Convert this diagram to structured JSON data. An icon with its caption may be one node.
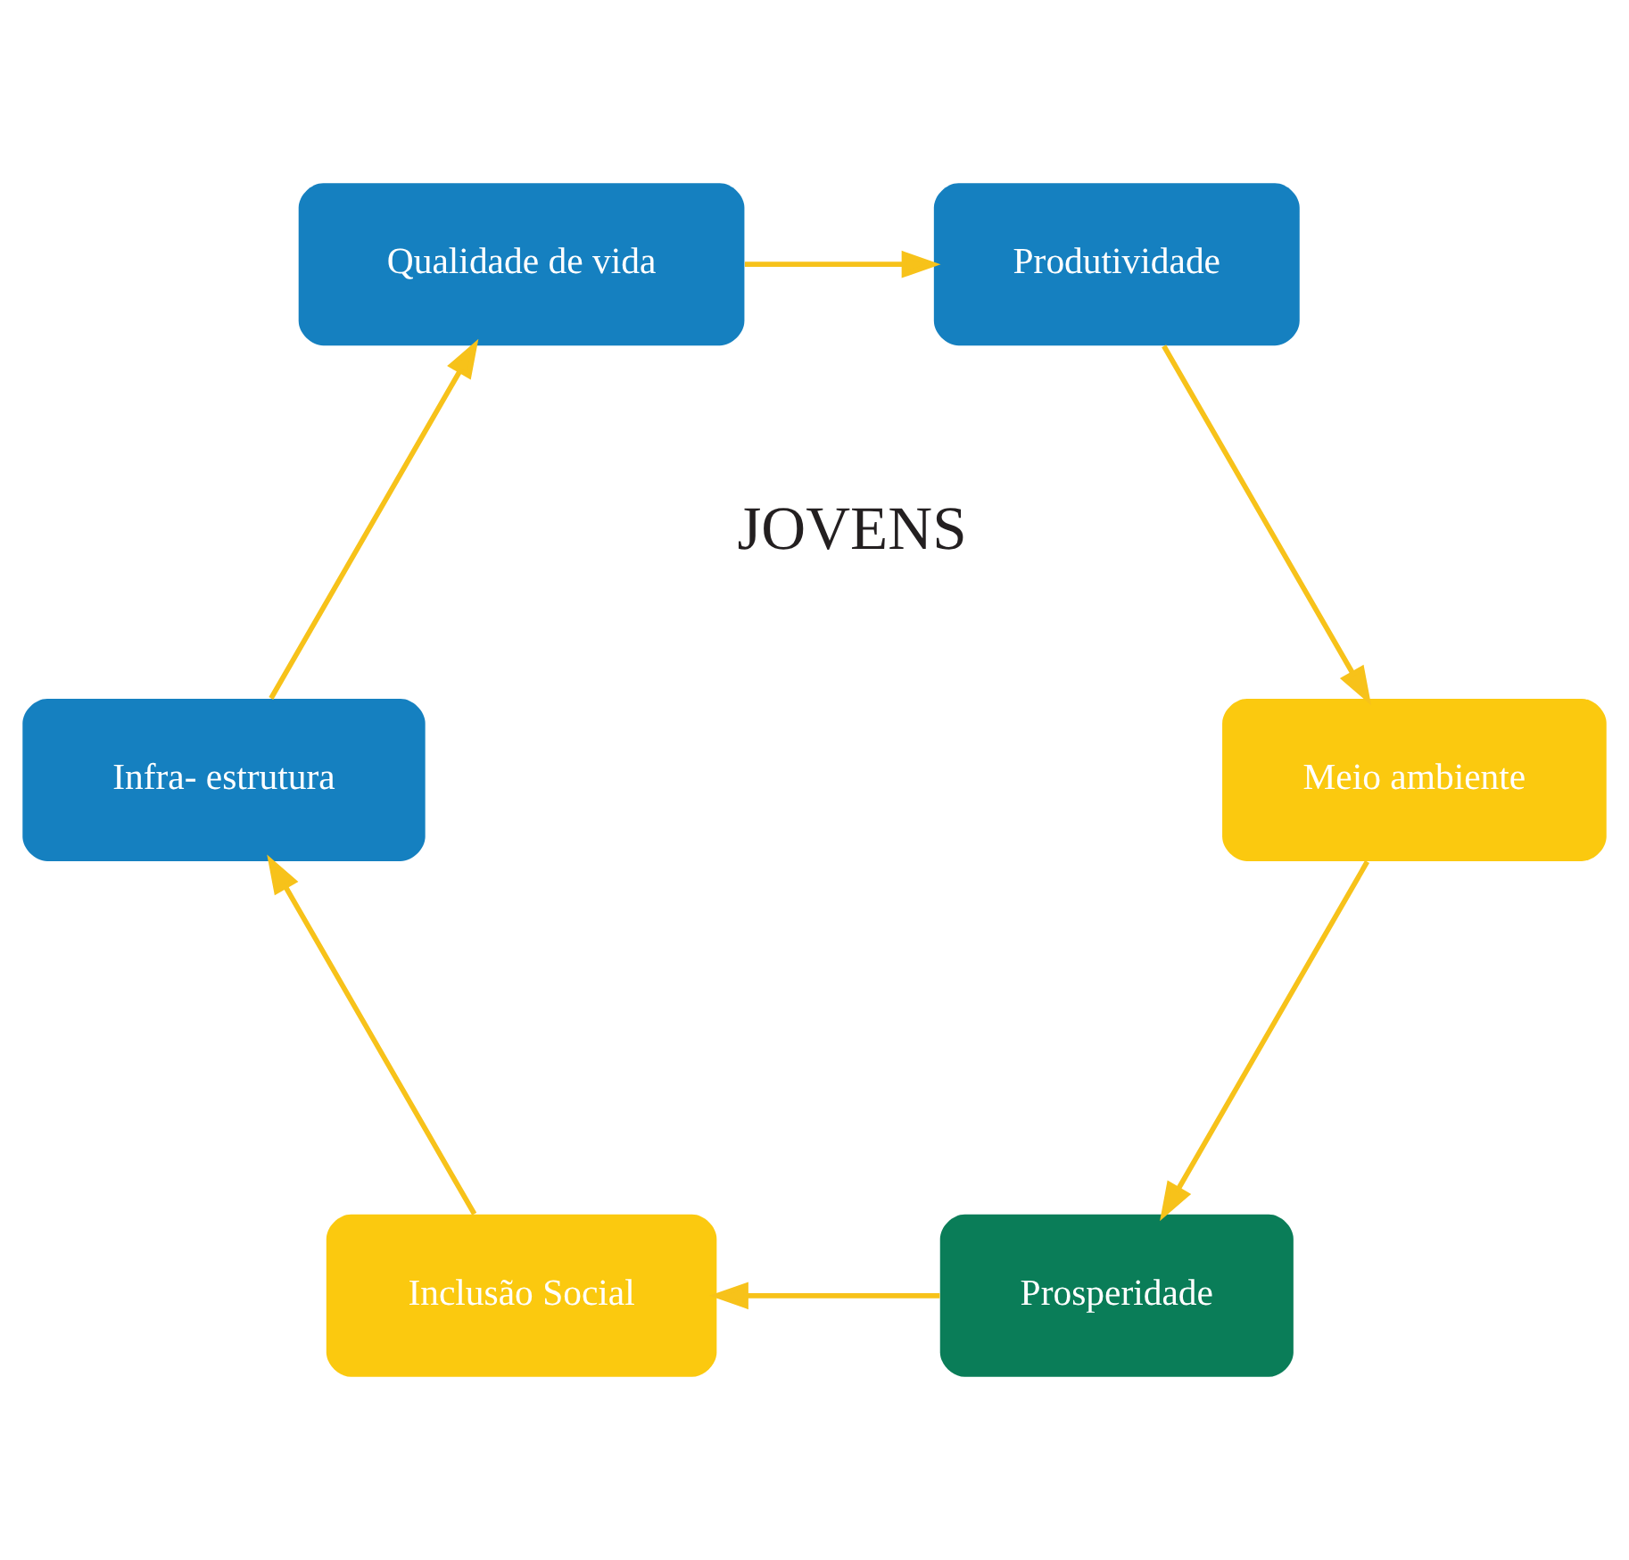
{
  "diagram": {
    "nodes": [
      {
        "text": [
          "Prosperidade"
        ]
      },
      {
        "text": [
          "Inclusão Social"
        ]
      },
      {
        "text": [
          "Infra- estrutura"
        ]
      },
      {
        "text": [
          "Qualidade de vida"
        ]
      },
      {
        "text": [
          "Produtividade"
        ]
      },
      {
        "text": [
          "Meio ambiente"
        ]
      }
    ],
    "edges": [
      {
        "from": 0,
        "to": 1,
        "arrow": "to"
      },
      {
        "from": 1,
        "to": 2,
        "arrow": "to"
      },
      {
        "from": 2,
        "to": 3,
        "arrow": "to"
      },
      {
        "from": 3,
        "to": 4,
        "arrow": "to"
      },
      {
        "from": 4,
        "to": 5,
        "arrow": "to"
      },
      {
        "from": 5,
        "to": 0,
        "arrow": "to"
      }
    ],
    "labels": [
      "JOVENS"
    ]
  }
}
